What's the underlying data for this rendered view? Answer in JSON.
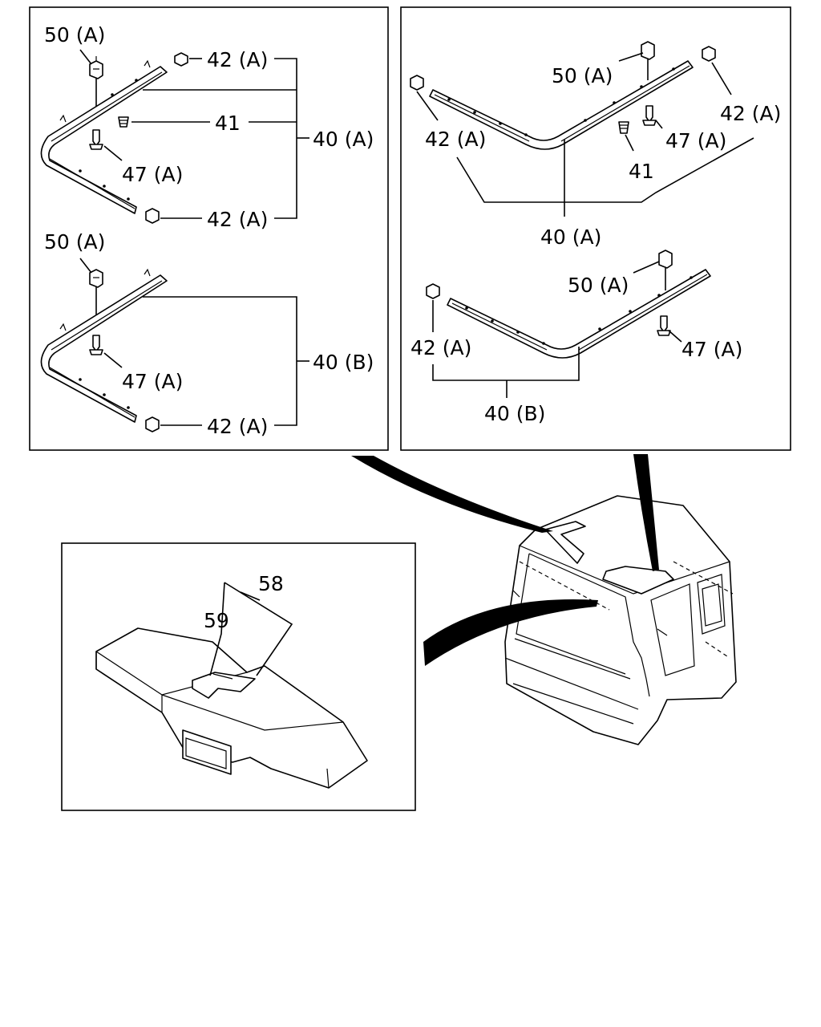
{
  "labels": {
    "tl": {
      "clip": "50 (A)",
      "cap_top": "42 (A)",
      "fastener": "41",
      "molding": "40 (A)",
      "screw": "47 (A)",
      "cap_bottom": "42 (A)"
    },
    "bl": {
      "clip": "50 (A)",
      "molding": "40 (B)",
      "screw": "47 (A)",
      "cap": "42 (A)"
    },
    "tr": {
      "clip": "50 (A)",
      "cap_right": "42 (A)",
      "cap_left": "42 (A)",
      "screw": "47 (A)",
      "fastener": "41",
      "molding": "40 (A)"
    },
    "br": {
      "clip": "50 (A)",
      "cap": "42 (A)",
      "screw": "47 (A)",
      "molding": "40 (B)"
    },
    "cover": {
      "cover": "58",
      "pad": "59"
    }
  }
}
